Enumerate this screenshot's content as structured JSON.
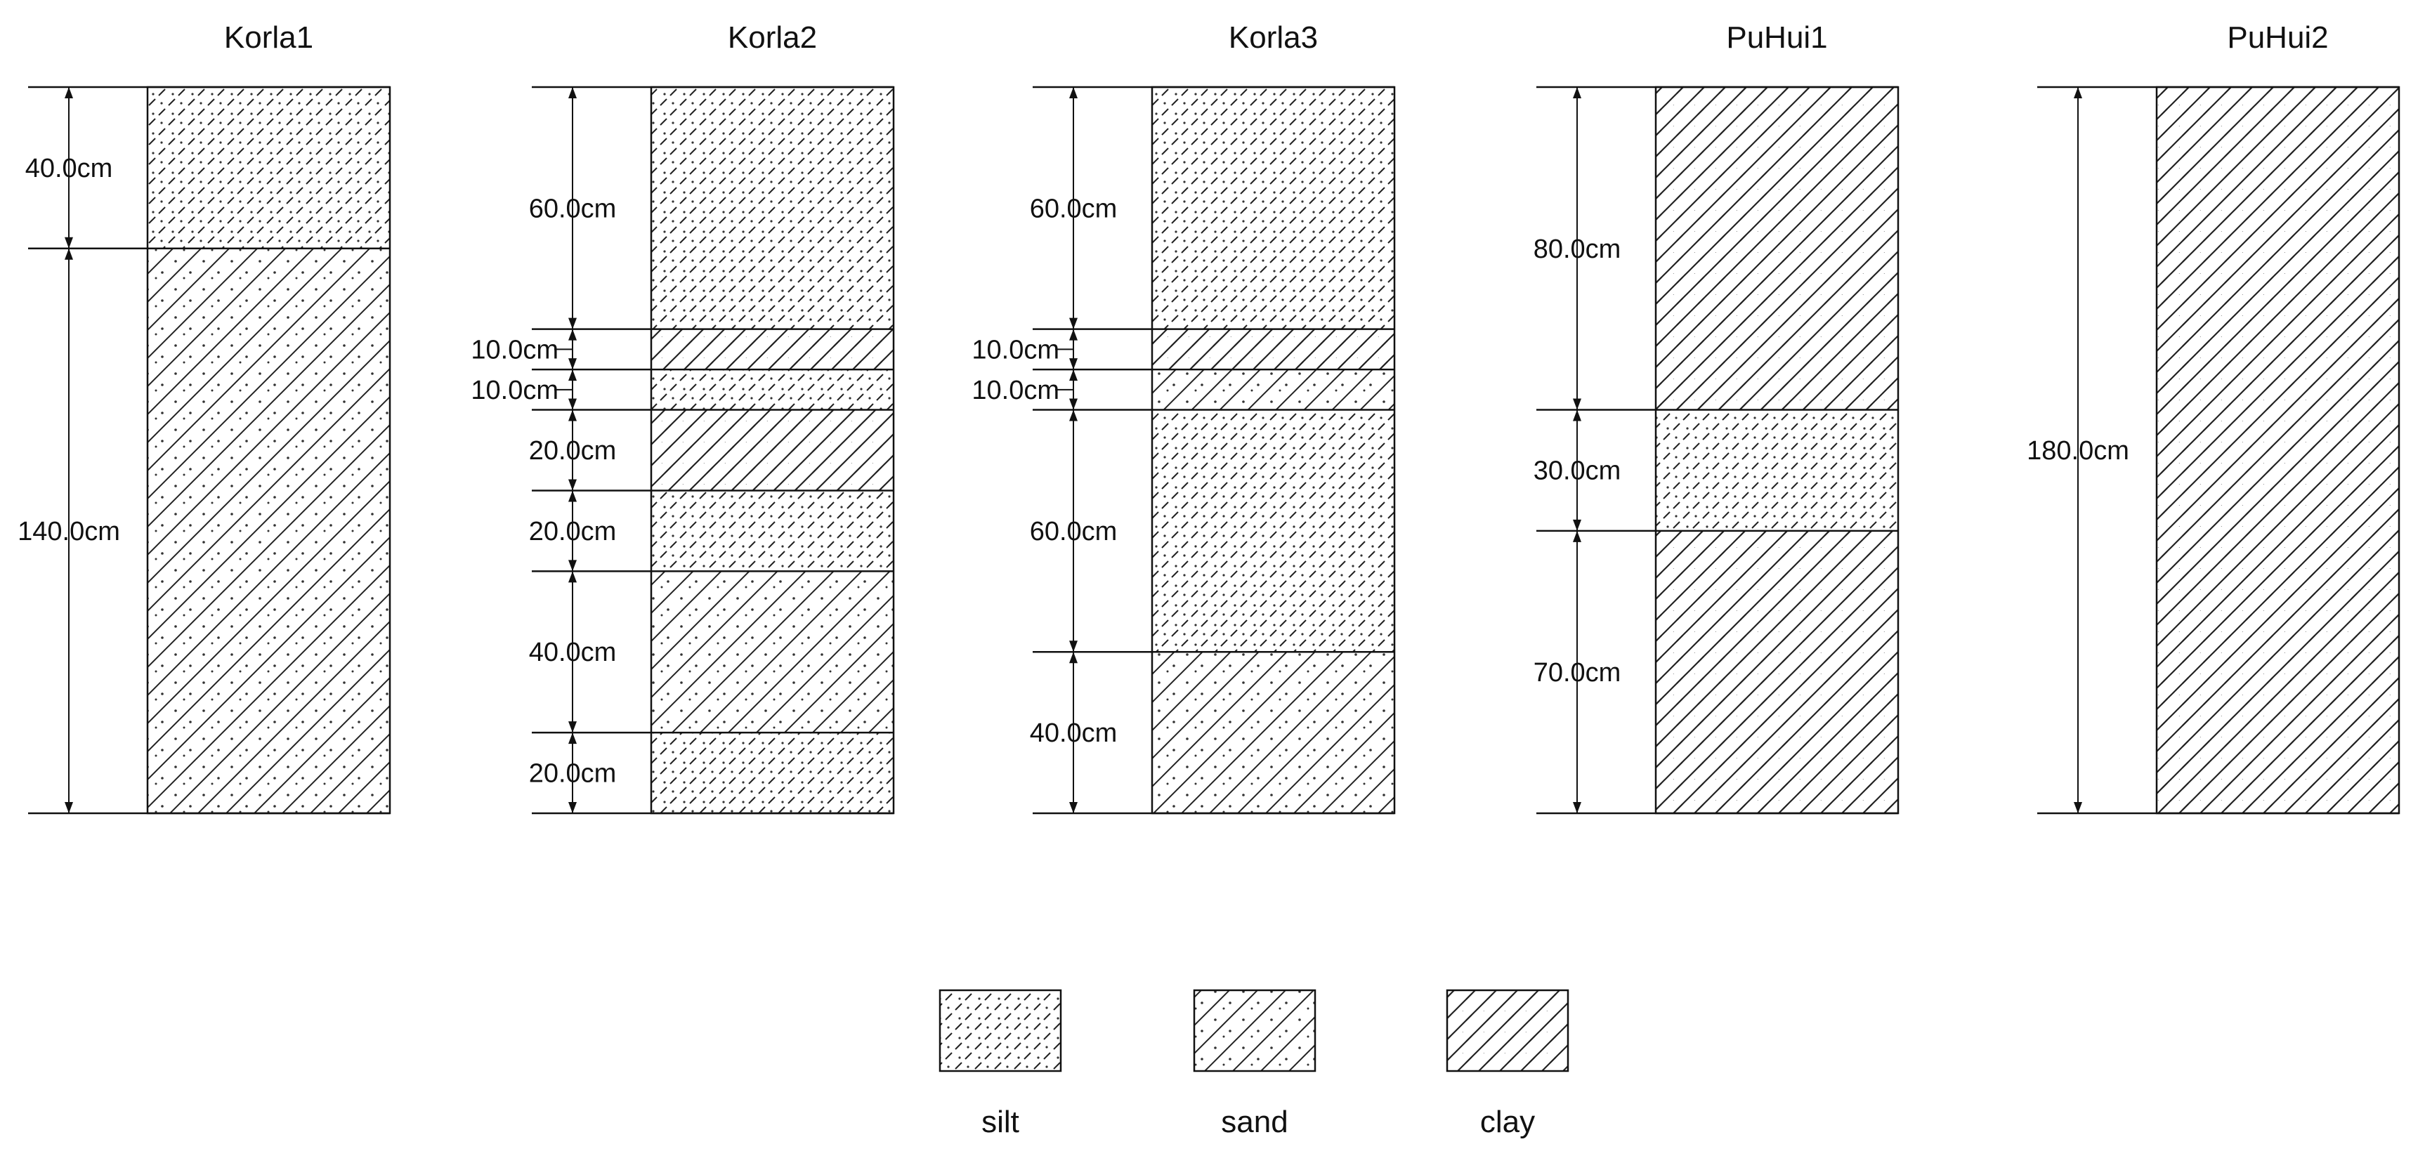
{
  "materials": {
    "silt": {
      "label": "silt"
    },
    "sand": {
      "label": "sand"
    },
    "clay": {
      "label": "clay"
    }
  },
  "legend": [
    "silt",
    "sand",
    "clay"
  ],
  "columns": [
    {
      "name": "Korla1",
      "layers": [
        {
          "label": "40.0cm",
          "thickness_cm": 40,
          "material": "silt"
        },
        {
          "label": "140.0cm",
          "thickness_cm": 140,
          "material": "sand"
        }
      ]
    },
    {
      "name": "Korla2",
      "layers": [
        {
          "label": "60.0cm",
          "thickness_cm": 60,
          "material": "silt"
        },
        {
          "label": "10.0cm",
          "thickness_cm": 10,
          "material": "clay"
        },
        {
          "label": "10.0cm",
          "thickness_cm": 10,
          "material": "silt"
        },
        {
          "label": "20.0cm",
          "thickness_cm": 20,
          "material": "clay"
        },
        {
          "label": "20.0cm",
          "thickness_cm": 20,
          "material": "silt"
        },
        {
          "label": "40.0cm",
          "thickness_cm": 40,
          "material": "sand"
        },
        {
          "label": "20.0cm",
          "thickness_cm": 20,
          "material": "silt"
        }
      ]
    },
    {
      "name": "Korla3",
      "layers": [
        {
          "label": "60.0cm",
          "thickness_cm": 60,
          "material": "silt"
        },
        {
          "label": "10.0cm",
          "thickness_cm": 10,
          "material": "clay"
        },
        {
          "label": "10.0cm",
          "thickness_cm": 10,
          "material": "sand"
        },
        {
          "label": "60.0cm",
          "thickness_cm": 60,
          "material": "silt"
        },
        {
          "label": "40.0cm",
          "thickness_cm": 40,
          "material": "sand"
        }
      ]
    },
    {
      "name": "PuHui1",
      "layers": [
        {
          "label": "80.0cm",
          "thickness_cm": 80,
          "material": "clay"
        },
        {
          "label": "30.0cm",
          "thickness_cm": 30,
          "material": "silt"
        },
        {
          "label": "70.0cm",
          "thickness_cm": 70,
          "material": "clay"
        }
      ]
    },
    {
      "name": "PuHui2",
      "layers": [
        {
          "label": "180.0cm",
          "thickness_cm": 180,
          "material": "clay"
        }
      ]
    }
  ]
}
